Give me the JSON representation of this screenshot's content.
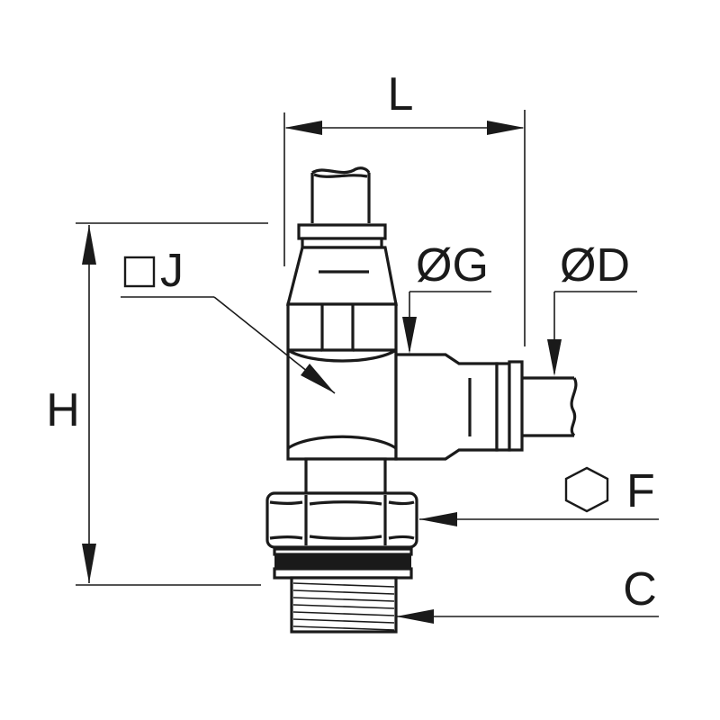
{
  "labels": {
    "L": "L",
    "H": "H",
    "J": "J",
    "G": "ØG",
    "D": "ØD",
    "F": "F",
    "C": "C"
  },
  "icons": {
    "square": "square-icon",
    "hexagon": "hexagon-icon"
  },
  "colors": {
    "line": "#1a1a1a",
    "background": "#ffffff"
  }
}
